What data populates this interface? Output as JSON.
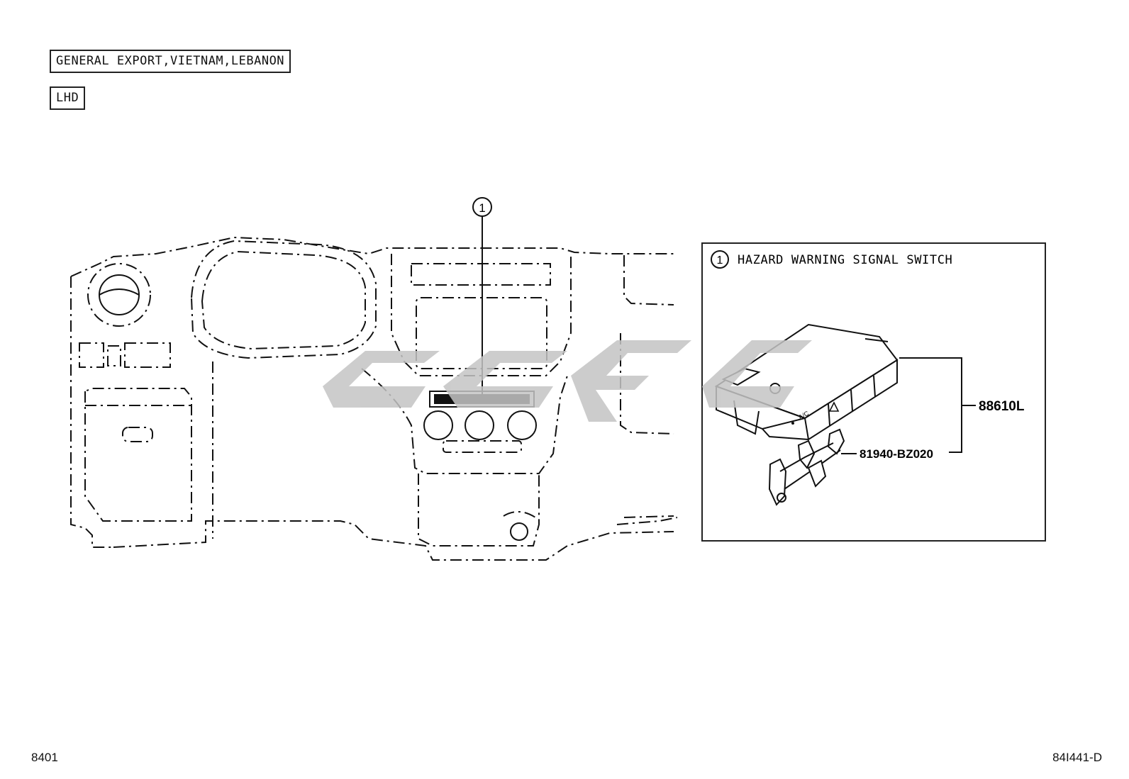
{
  "tags": {
    "region": "GENERAL EXPORT,VIETNAM,LEBANON",
    "drive": "LHD"
  },
  "callout": {
    "number": "1"
  },
  "detail": {
    "title_number": "1",
    "title": "HAZARD WARNING SIGNAL SWITCH",
    "part_main": "88610L",
    "part_sub": "81940-BZ020",
    "button_label": "A/C"
  },
  "footer": {
    "left": "8401",
    "right": "84I441-D"
  },
  "colors": {
    "line": "#111111",
    "watermark": "#c8c8c8"
  },
  "icons": [
    "hazard-triangle-icon"
  ]
}
